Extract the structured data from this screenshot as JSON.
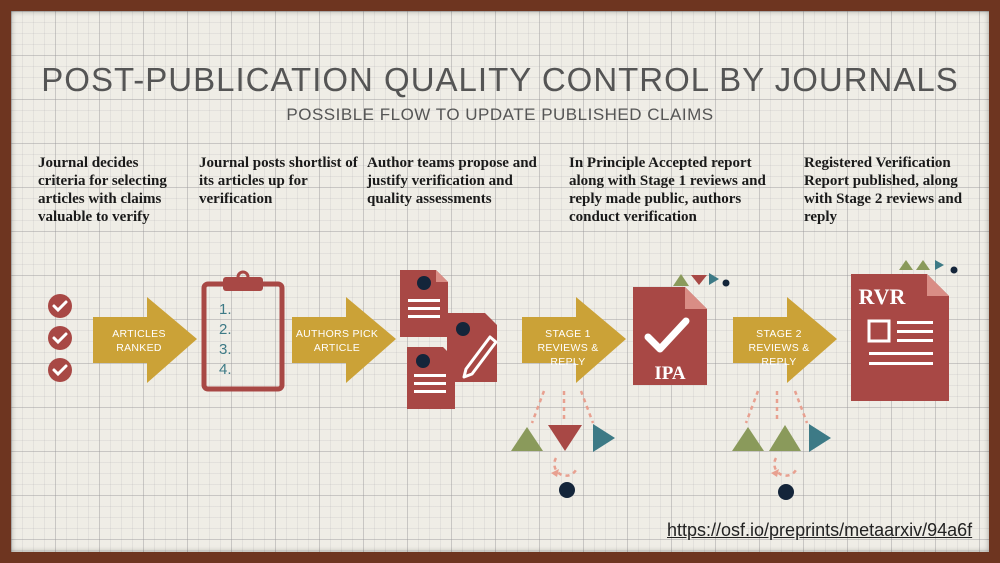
{
  "title": "POST-PUBLICATION QUALITY CONTROL BY JOURNALS",
  "subtitle": "POSSIBLE FLOW TO UPDATE PUBLISHED CLAIMS",
  "steps": [
    "Journal decides criteria for selecting articles with claims valuable to verify",
    "Journal posts shortlist of its articles up for verification",
    "Author teams propose and justify verification and quality assessments",
    "In Principle Accepted report along with Stage 1 reviews and reply made public, authors conduct verification",
    "Registered Verification Report published, along with Stage 2 reviews and reply"
  ],
  "arrows": {
    "a1_line1": "ARTICLES",
    "a1_line2": "RANKED",
    "a2_line1": "AUTHORS PICK",
    "a2_line2": "ARTICLE",
    "a3_line1": "STAGE 1",
    "a3_line2": "REVIEWS & REPLY",
    "a4_line1": "STAGE 2",
    "a4_line2": "REVIEWS & REPLY"
  },
  "clipboard_items": [
    "1.",
    "2.",
    "3.",
    "4."
  ],
  "ipa_label": "IPA",
  "rvr_label": "RVR",
  "url": "https://osf.io/preprints/metaarxiv/94a6f",
  "colors": {
    "red": "#a84845",
    "gold": "#cba237",
    "green": "#8a9a5b",
    "teal": "#3d7a86",
    "navy": "#14253a",
    "pink": "#e8a090",
    "frame": "#6e3520"
  }
}
